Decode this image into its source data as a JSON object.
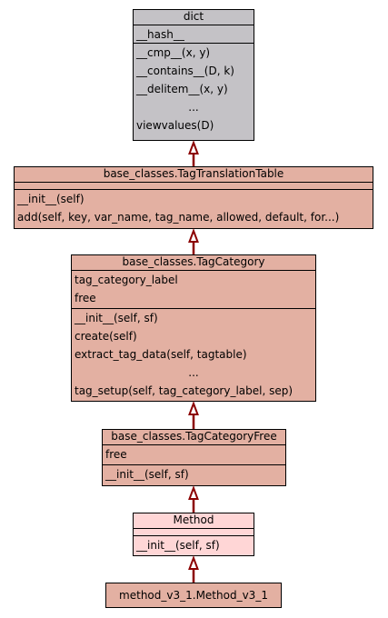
{
  "colors": {
    "dict_fill": "#c4c2c6",
    "salmon_fill": "#e3b0a2",
    "pink_fill": "#ffd6d6",
    "border": "#000000",
    "arrow": "#8b0000"
  },
  "nodes": {
    "dict": {
      "title": "dict",
      "attributes": [
        "__hash__"
      ],
      "methods": [
        "__cmp__(x, y)",
        "__contains__(D, k)",
        "__delitem__(x, y)",
        "...",
        "viewvalues(D)"
      ]
    },
    "tag_translation_table": {
      "title": "base_classes.TagTranslationTable",
      "attributes": [],
      "methods": [
        "__init__(self)",
        "add(self, key, var_name, tag_name, allowed, default, for...)"
      ]
    },
    "tag_category": {
      "title": "base_classes.TagCategory",
      "attributes": [
        "tag_category_label",
        "free"
      ],
      "methods": [
        "__init__(self, sf)",
        "create(self)",
        "extract_tag_data(self, tagtable)",
        "...",
        "tag_setup(self, tag_category_label, sep)"
      ]
    },
    "tag_category_free": {
      "title": "base_classes.TagCategoryFree",
      "attributes": [
        "free"
      ],
      "methods": [
        "__init__(self, sf)"
      ]
    },
    "method": {
      "title": "Method",
      "attributes": [],
      "methods": [
        "__init__(self, sf)"
      ]
    },
    "method_v3_1": {
      "title": "method_v3_1.Method_v3_1"
    }
  }
}
